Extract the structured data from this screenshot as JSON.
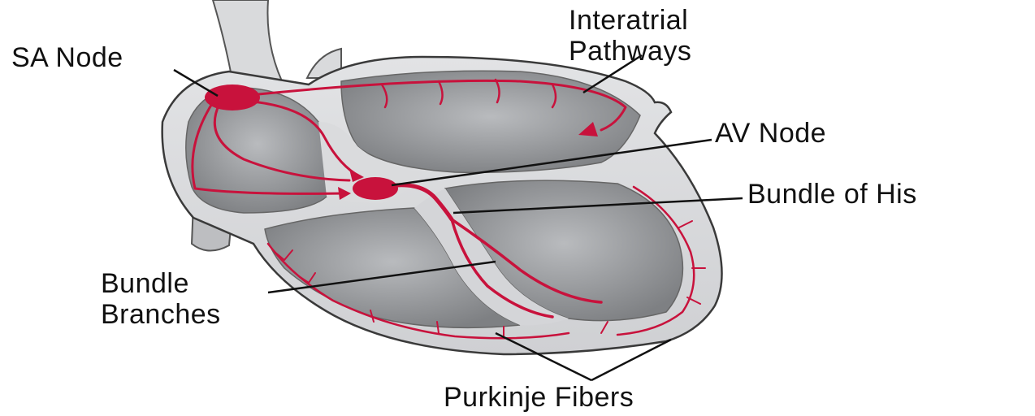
{
  "labels": {
    "sa_node": "SA Node",
    "interatrial_line1": "Interatrial",
    "interatrial_line2": "Pathways",
    "av_node": "AV Node",
    "bundle_of_his": "Bundle of His",
    "bundle_branches_line1": "Bundle",
    "bundle_branches_line2": "Branches",
    "purkinje_fibers": "Purkinje Fibers"
  },
  "colors": {
    "conduction": "#c8123c",
    "heart_wall": "#d6d7d9",
    "chamber": "#8f9194",
    "outline": "#3a3a3a",
    "leader_line": "#111111"
  }
}
